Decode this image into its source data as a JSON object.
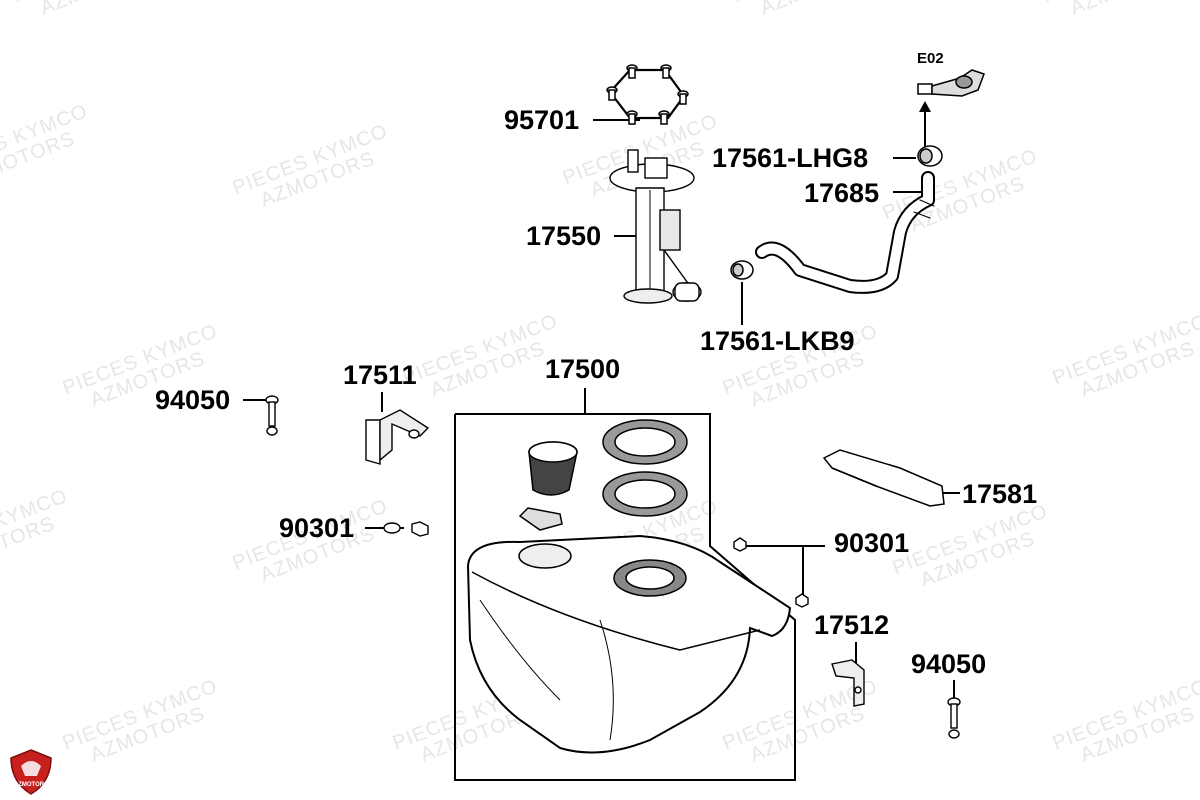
{
  "watermark": {
    "line1": "PIECES KYMCO",
    "line2": "AZMOTORS"
  },
  "logo": {
    "text": "AZMOTORS",
    "color": "#c8201e"
  },
  "parts": {
    "p95701": "95701",
    "p17550": "17550",
    "e02": "E02",
    "p17561_lhg8": "17561-LHG8",
    "p17685": "17685",
    "p17561_lkb9": "17561-LKB9",
    "p17511": "17511",
    "p94050_left": "94050",
    "p17500": "17500",
    "p17581": "17581",
    "p90301_left": "90301",
    "p90301_right": "90301",
    "p17512": "17512",
    "p94050_right": "94050"
  }
}
